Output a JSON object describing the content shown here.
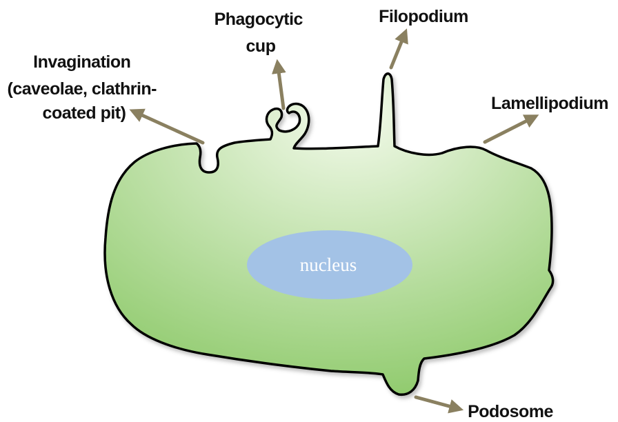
{
  "labels": {
    "invagination": [
      "Invagination",
      "(caveolae, clathrin-",
      "coated pit)"
    ],
    "phagocytic_cup": [
      "Phagocytic",
      "cup"
    ],
    "filopodium": "Filopodium",
    "lamellipodium": "Lamellipodium",
    "podosome": "Podosome",
    "nucleus": "nucleus"
  },
  "colors": {
    "cell_fill_center": "#f3faeb",
    "cell_fill_edge": "#8fca6c",
    "cell_outline": "#000000",
    "nucleus_fill": "#a3c2e6",
    "arrow": "#8a8060"
  }
}
